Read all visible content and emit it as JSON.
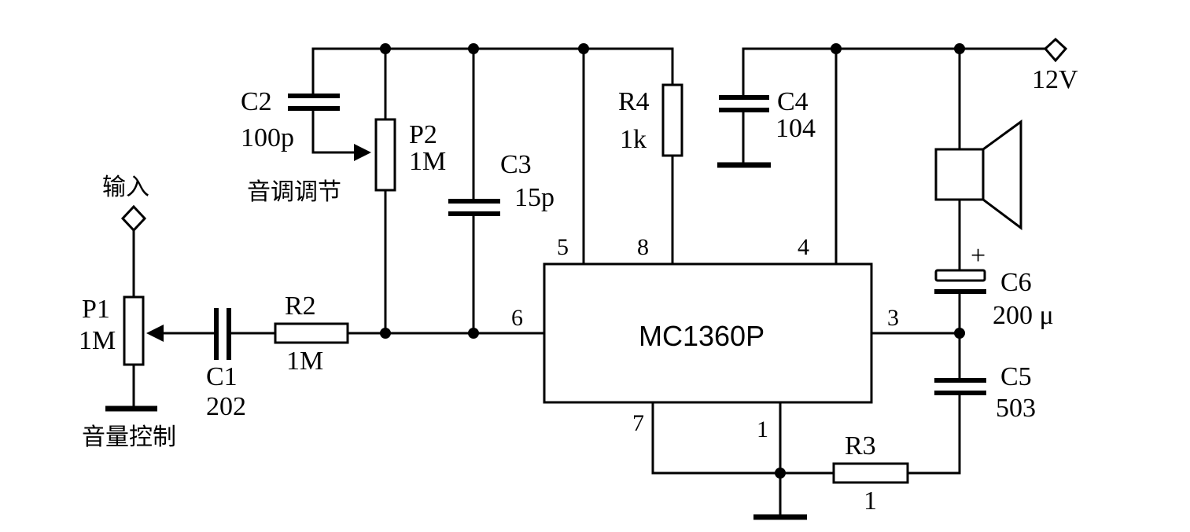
{
  "ic": {
    "name": "MC1360P"
  },
  "pins": {
    "p1": "1",
    "p3": "3",
    "p4": "4",
    "p5": "5",
    "p6": "6",
    "p7": "7",
    "p8": "8"
  },
  "supply": {
    "label": "12V"
  },
  "input": {
    "label": "输入"
  },
  "components": {
    "P1": {
      "ref": "P1",
      "value": "1M",
      "caption": "音量控制"
    },
    "P2": {
      "ref": "P2",
      "value": "1M",
      "caption": "音调调节"
    },
    "C1": {
      "ref": "C1",
      "value": "202"
    },
    "C2": {
      "ref": "C2",
      "value": "100p"
    },
    "C3": {
      "ref": "C3",
      "value": "15p"
    },
    "C4": {
      "ref": "C4",
      "value": "104"
    },
    "C5": {
      "ref": "C5",
      "value": "503"
    },
    "C6": {
      "ref": "C6",
      "value": "200 μ",
      "polarity": "+"
    },
    "R2": {
      "ref": "R2",
      "value": "1M"
    },
    "R3": {
      "ref": "R3",
      "value": "1"
    },
    "R4": {
      "ref": "R4",
      "value": "1k"
    }
  }
}
